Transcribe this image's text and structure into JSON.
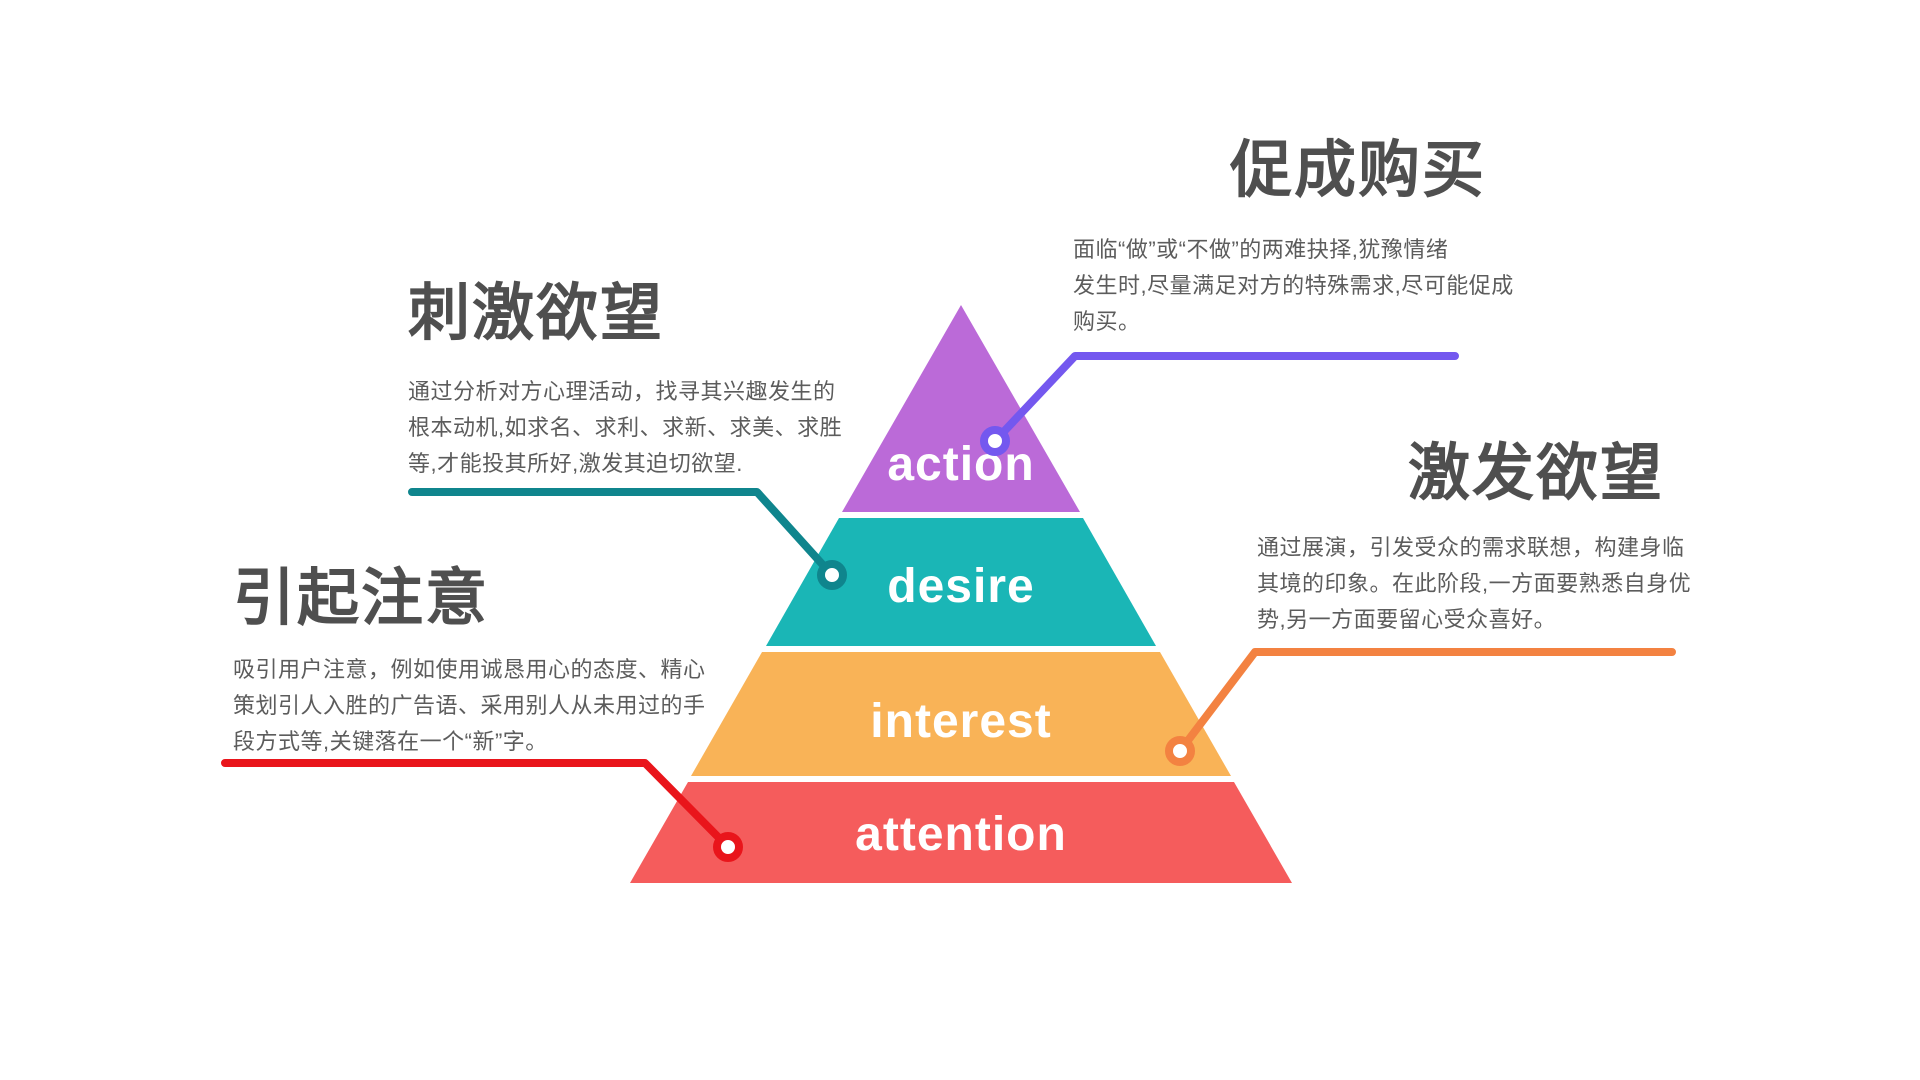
{
  "background": "#ffffff",
  "text_colors": {
    "title": "#4f4f4f",
    "body": "#5c5c5c"
  },
  "pyramid": {
    "label_color": "#ffffff",
    "layers": [
      {
        "label": "action",
        "color": "#bb6ad8"
      },
      {
        "label": "desire",
        "color": "#1ab6b6"
      },
      {
        "label": "interest",
        "color": "#f9b357"
      },
      {
        "label": "attention",
        "color": "#f55c5c"
      }
    ]
  },
  "annotations": [
    {
      "id": "promote",
      "title": "促成购买",
      "body": "面临“做”或“不做”的两难抉择,犹豫情绪\n发生时,尽量满足对方的特殊需求,尽可能促成\n购买。",
      "connector_color": "#7458ef"
    },
    {
      "id": "stimulate",
      "title": "刺激欲望",
      "body": "通过分析对方心理活动，找寻其兴趣发生的\n根本动机,如求名、求利、求新、求美、求胜\n等,才能投其所好,激发其迫切欲望.",
      "connector_color": "#0f858d"
    },
    {
      "id": "attract",
      "title": "引起注意",
      "body": "吸引用户注意，例如使用诚恳用心的态度、精心\n策划引人入胜的广告语、采用别人从未用过的手\n段方式等,关键落在一个“新”字。",
      "connector_color": "#e9151b"
    },
    {
      "id": "inspire",
      "title": "激发欲望",
      "body": "通过展演，引发受众的需求联想，构建身临\n其境的印象。在此阶段,一方面要熟悉自身优\n势,另一方面要留心受众喜好。",
      "connector_color": "#f38241"
    }
  ]
}
